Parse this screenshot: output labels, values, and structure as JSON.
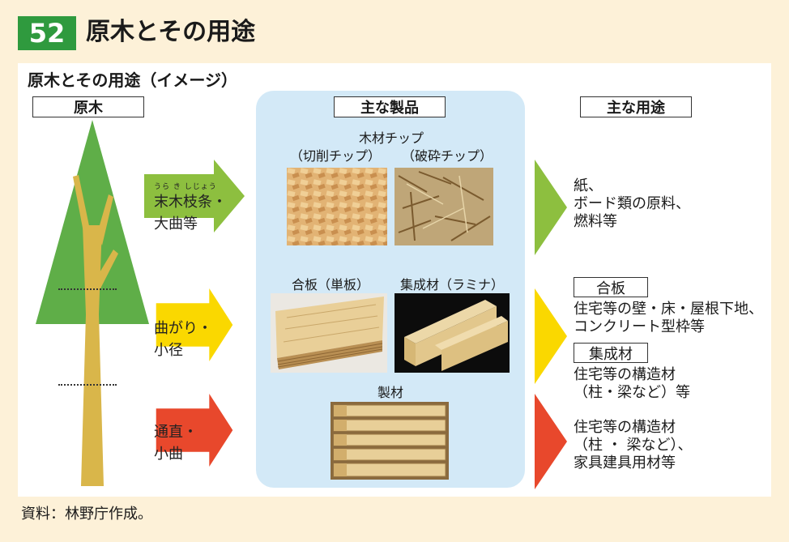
{
  "header": {
    "number": "52",
    "title": "原木とその用途"
  },
  "figure_title": "原木とその用途（イメージ）",
  "columns": {
    "raw_wood": "原木",
    "products": "主な製品",
    "uses": "主な用途"
  },
  "parts": [
    {
      "lines": [
        "末木枝条・",
        "大曲等"
      ],
      "ruby": "うら き しじょう",
      "color": "#8dbf3f"
    },
    {
      "lines": [
        "曲がり・",
        "小径"
      ],
      "color": "#fad800"
    },
    {
      "lines": [
        "通直・",
        "小曲"
      ],
      "color": "#e8482c"
    }
  ],
  "products": {
    "chip_title": "木材チップ",
    "chip_cut": "（切削チップ）",
    "chip_crush": "（破砕チップ）",
    "plywood": "合板（単板）",
    "glulam": "集成材（ラミナ）",
    "lumber": "製材"
  },
  "uses": {
    "chips": [
      "紙、",
      "ボード類の原料、",
      "燃料等"
    ],
    "plywood_box": "合板",
    "plywood": [
      "住宅等の壁・床・屋根下地、",
      "コンクリート型枠等"
    ],
    "glulam_box": "集成材",
    "glulam": [
      "住宅等の構造材",
      "（柱・梁など）等"
    ],
    "lumber": [
      "住宅等の構造材",
      "（柱 ・ 梁など）、",
      "家具建具用材等"
    ]
  },
  "source": "資料：林野庁作成。",
  "colors": {
    "badge": "#2f9a3e",
    "panel": "#d3e9f7",
    "tree": "#5fae48",
    "trunk": "#d9b64a"
  }
}
